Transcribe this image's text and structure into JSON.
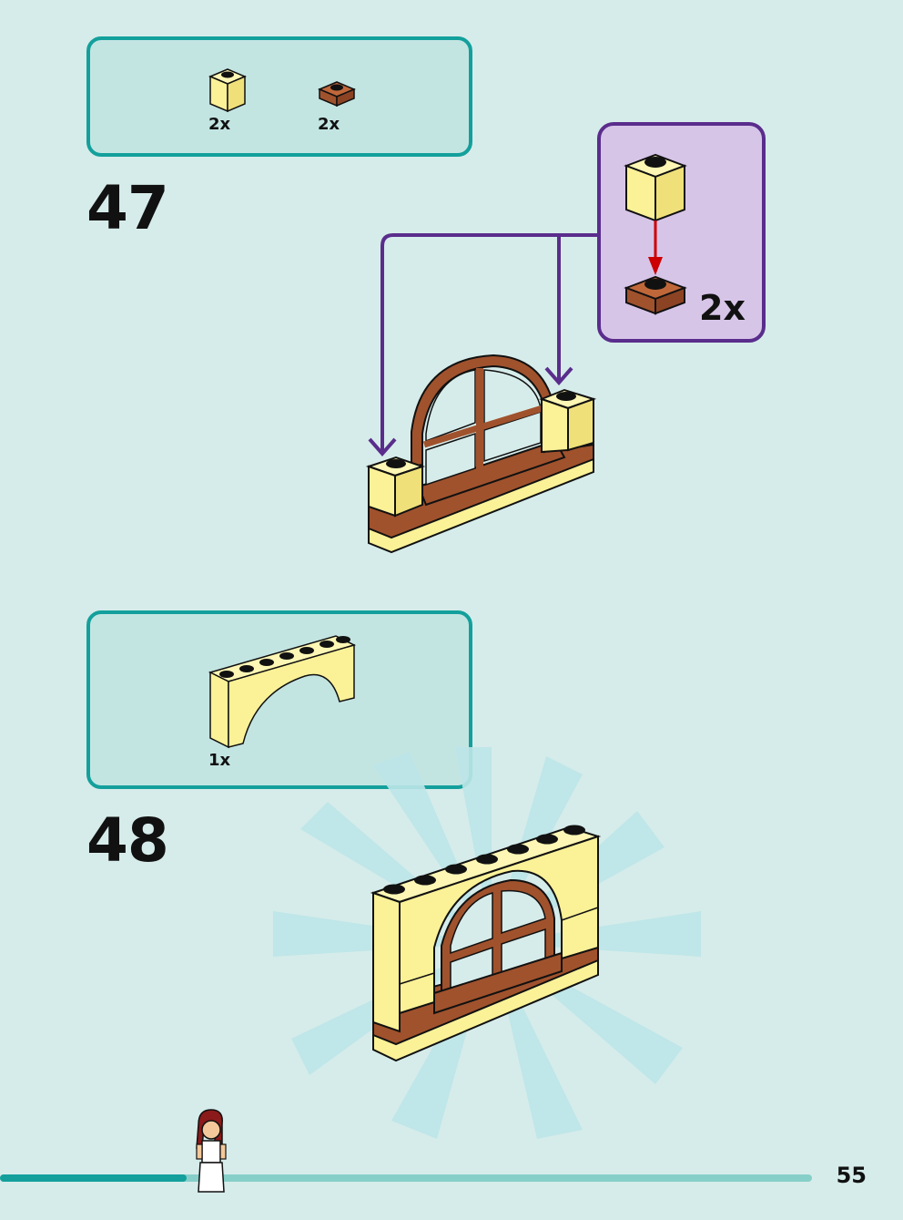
{
  "step47": {
    "number": "47",
    "parts": [
      {
        "icon": "yellow-1x1-brick-icon",
        "qty": "2x"
      },
      {
        "icon": "brown-1x1-plate-icon",
        "qty": "2x"
      }
    ],
    "subassembly_qty": "2x"
  },
  "step48": {
    "number": "48",
    "parts": [
      {
        "icon": "yellow-arch-brick-icon",
        "qty": "1x"
      }
    ]
  },
  "colors": {
    "yellow": "#fbf197",
    "brown": "#a0522d",
    "teal": "#13a09c",
    "purple": "#5a2d8c",
    "arrow_red": "#cc0000"
  },
  "footer": {
    "page_number": "55",
    "progress": 0.23
  }
}
